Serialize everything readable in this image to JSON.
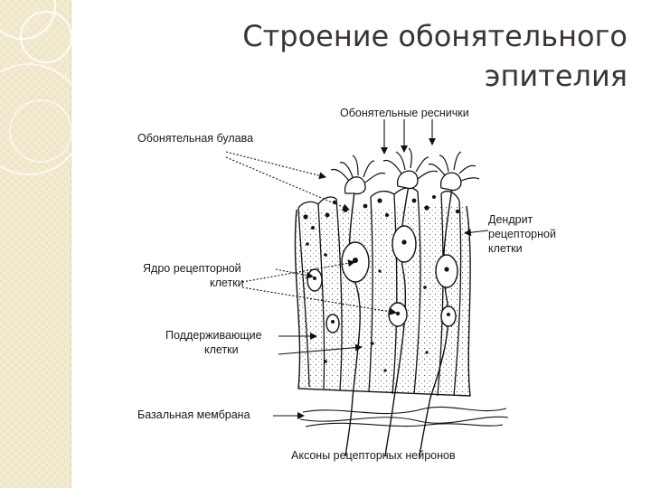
{
  "slide": {
    "title_line1": "Строение обонятельного",
    "title_line2": "эпителия"
  },
  "labels": {
    "cilia": "Обонятельные реснички",
    "club": "Обонятельная булава",
    "dendrite_1": "Дендрит",
    "dendrite_2": "рецепторной",
    "dendrite_3": "клетки",
    "nucleus_1": "Ядро рецепторной",
    "nucleus_2": "клетки",
    "support_1": "Поддерживающие",
    "support_2": "клетки",
    "basal": "Базальная мембрана",
    "axons": "Аксоны рецепторных нейронов"
  }
}
